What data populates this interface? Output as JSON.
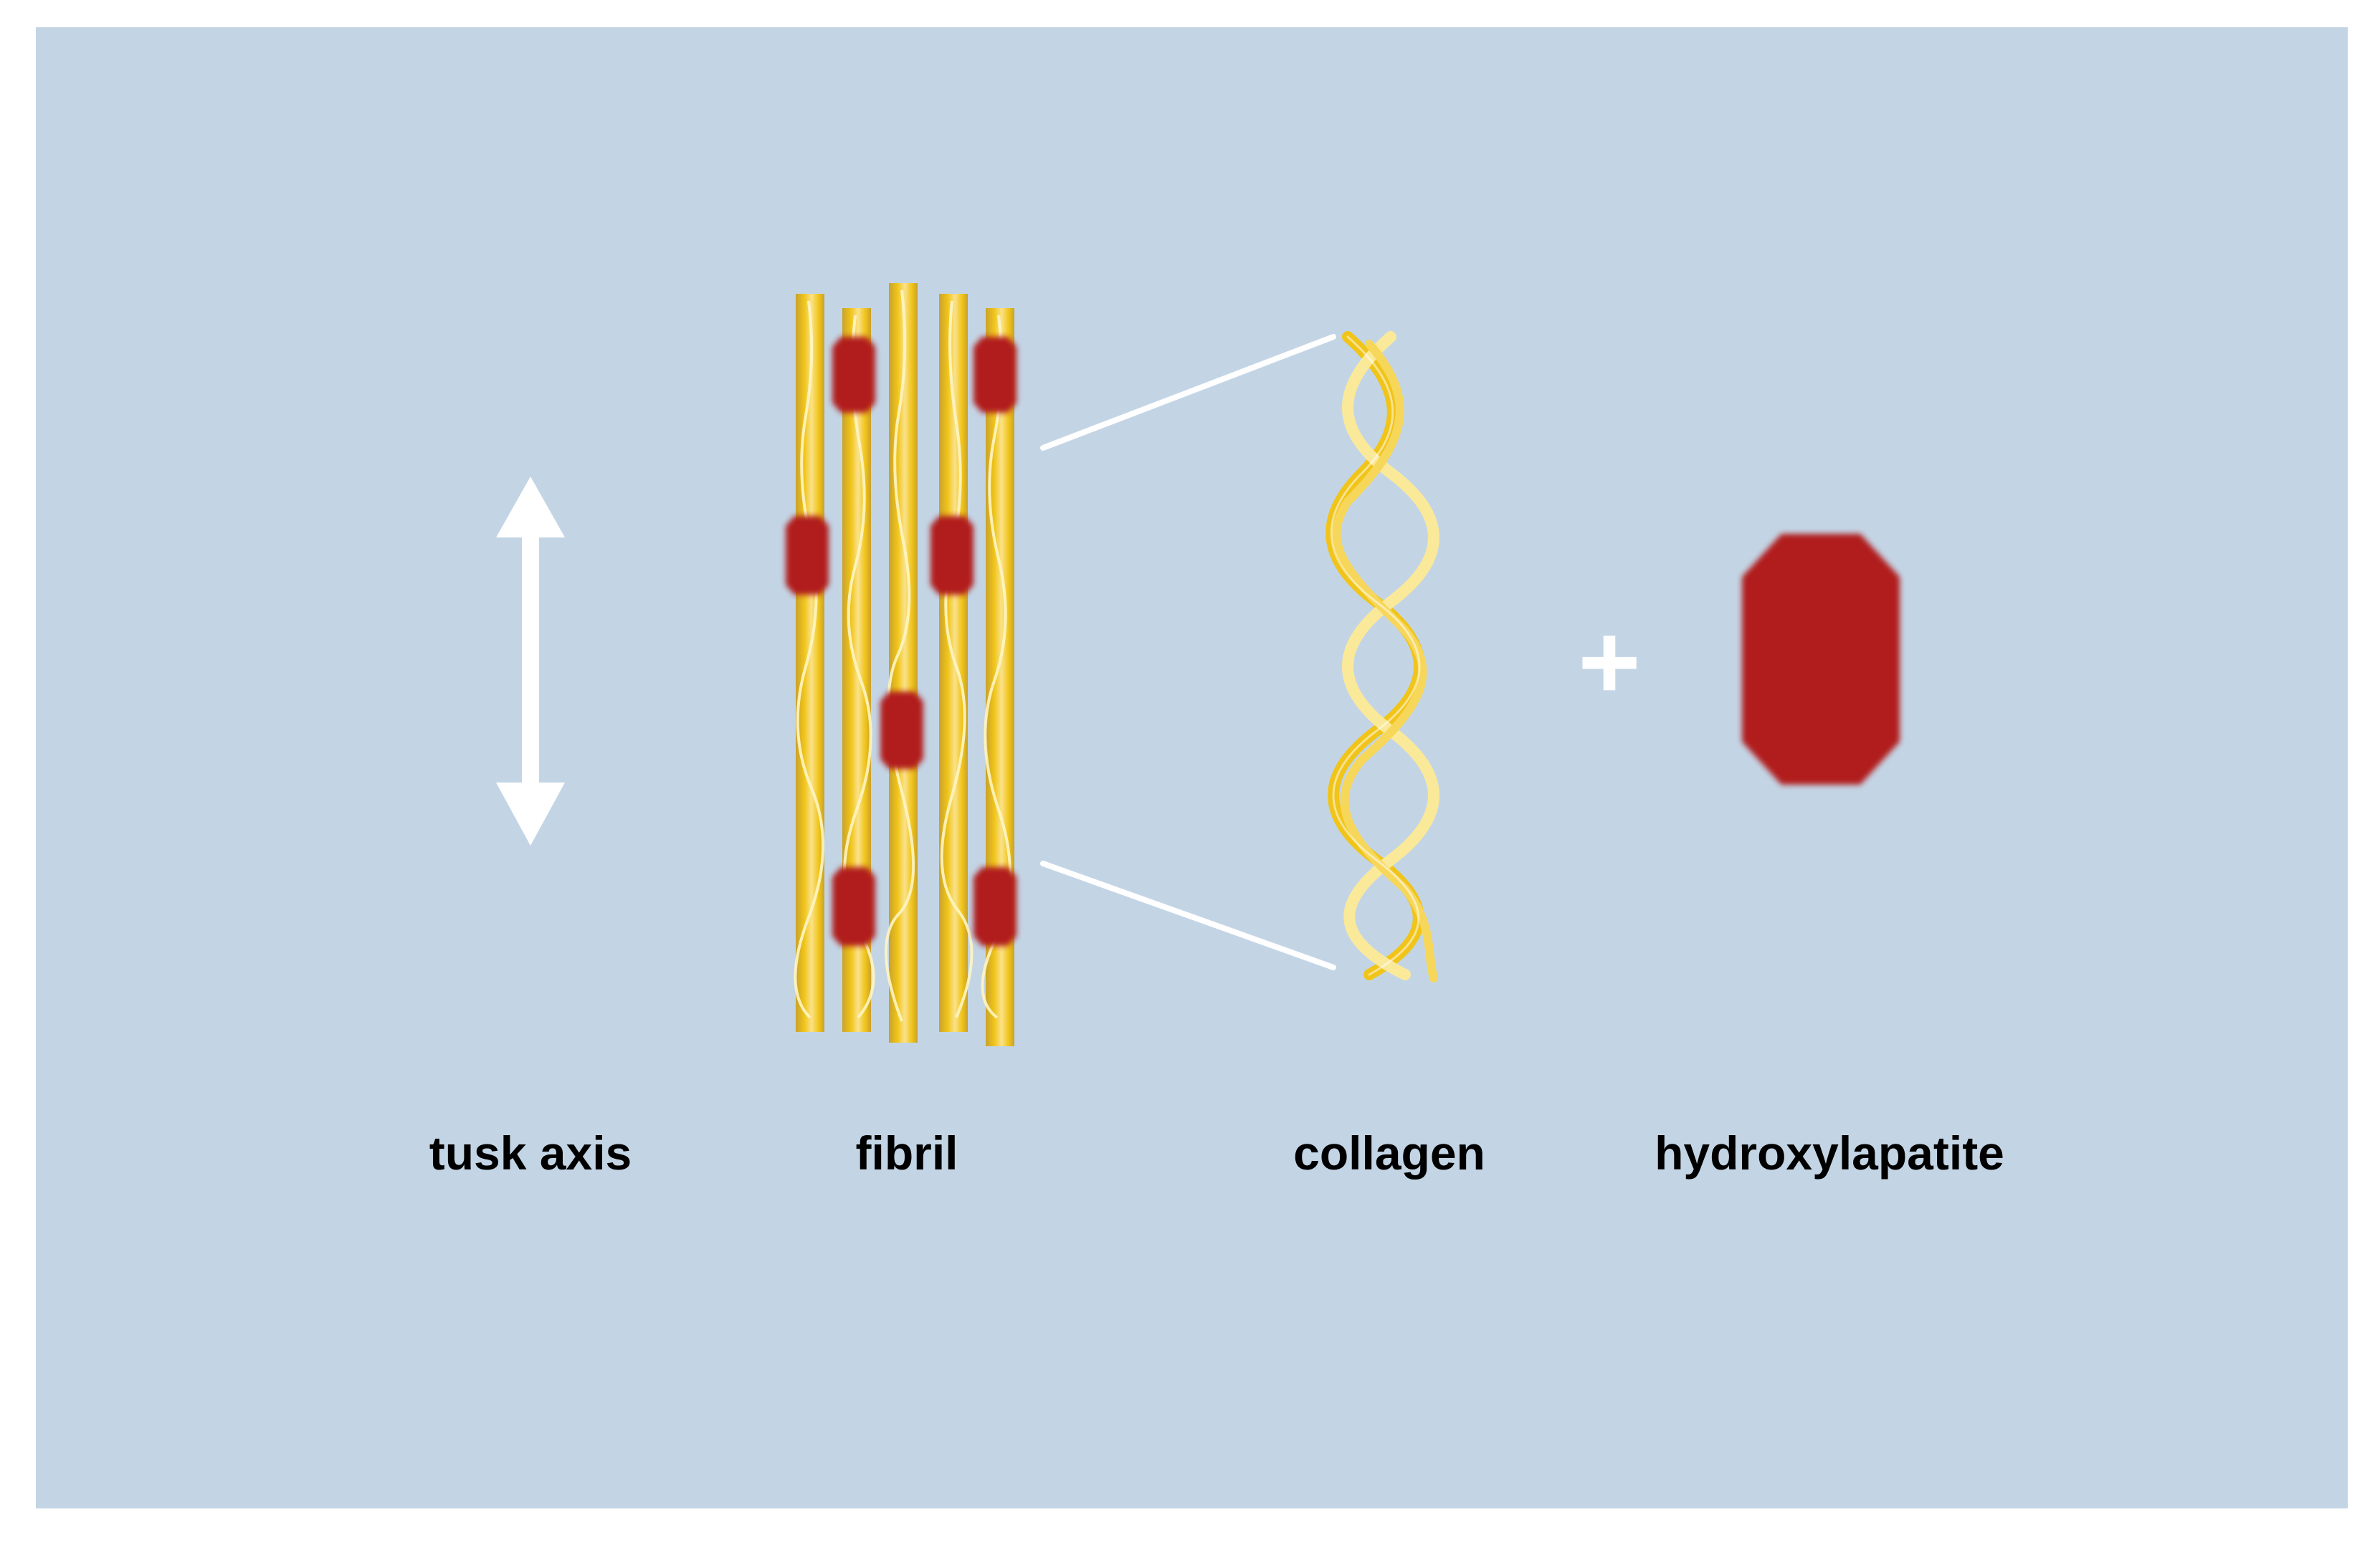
{
  "labels": {
    "axis": "tusk axis",
    "fibril": "fibril",
    "collagen": "collagen",
    "mineral": "hydroxylapatite"
  },
  "operator": "+",
  "colors": {
    "background": "#c3d5e5",
    "arrow": "#ffffff",
    "collagen_yellow": "#f0c419",
    "collagen_light": "#fbe99a",
    "fibril_edge": "#c9a22c",
    "mineral_red": "#b11b1d",
    "text": "#000000"
  },
  "icons": {
    "axis_arrow": "double-headed-vertical-arrow",
    "fibril": "mineralized-collagen-fibril",
    "collagen": "triple-helix",
    "mineral": "hydroxylapatite-crystal"
  }
}
